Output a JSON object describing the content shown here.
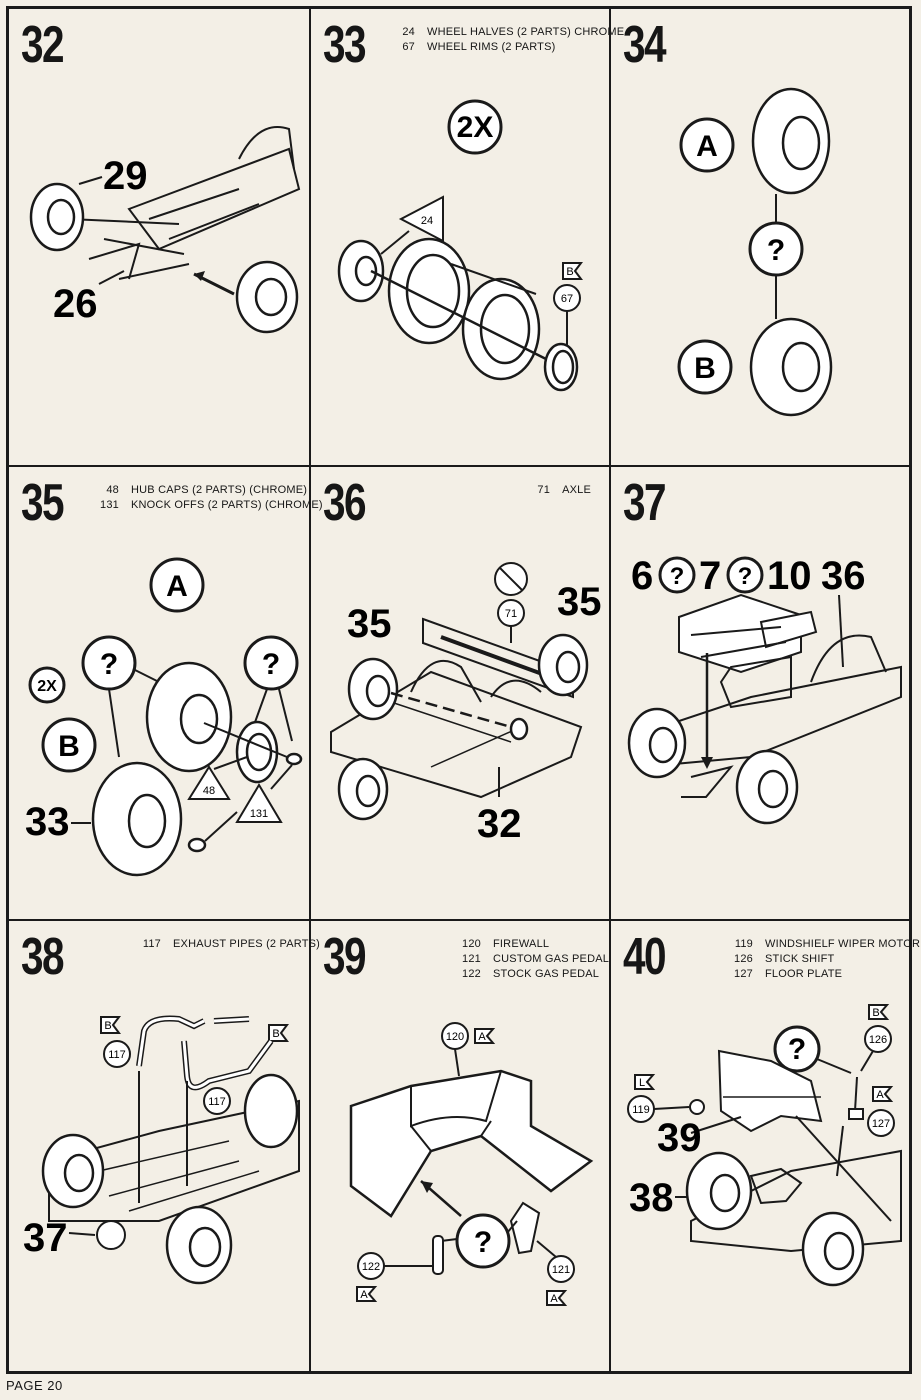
{
  "page_label": "PAGE 20",
  "steps": {
    "s32": {
      "number": "32",
      "callouts": [
        "29",
        "26"
      ]
    },
    "s33": {
      "number": "33",
      "parts": [
        {
          "num": "24",
          "desc": "WHEEL HALVES (2 PARTS) CHROME"
        },
        {
          "num": "67",
          "desc": "WHEEL RIMS (2 PARTS)"
        }
      ],
      "callouts": [
        "2X",
        "24",
        "67",
        "B"
      ]
    },
    "s34": {
      "number": "34",
      "callouts": [
        "A",
        "?",
        "B"
      ]
    },
    "s35": {
      "number": "35",
      "parts": [
        {
          "num": "48",
          "desc": "HUB CAPS (2 PARTS) (CHROME)"
        },
        {
          "num": "131",
          "desc": "KNOCK OFFS (2 PARTS) (CHROME)"
        }
      ],
      "callouts": [
        "A",
        "2X",
        "?",
        "B",
        "?",
        "33",
        "48",
        "131"
      ]
    },
    "s36": {
      "number": "36",
      "parts": [
        {
          "num": "71",
          "desc": "AXLE"
        }
      ],
      "callouts": [
        "71",
        "35",
        "35",
        "32"
      ]
    },
    "s37": {
      "number": "37",
      "callouts": [
        "6",
        "?",
        "7",
        "?",
        "10",
        "36"
      ]
    },
    "s38": {
      "number": "38",
      "parts": [
        {
          "num": "117",
          "desc": "EXHAUST PIPES (2 PARTS)"
        }
      ],
      "callouts": [
        "B",
        "117",
        "B",
        "117",
        "37"
      ]
    },
    "s39": {
      "number": "39",
      "parts": [
        {
          "num": "120",
          "desc": "FIREWALL"
        },
        {
          "num": "121",
          "desc": "CUSTOM GAS PEDAL"
        },
        {
          "num": "122",
          "desc": "STOCK GAS PEDAL"
        }
      ],
      "callouts": [
        "120",
        "A",
        "?",
        "122",
        "A",
        "121",
        "A"
      ]
    },
    "s40": {
      "number": "40",
      "parts": [
        {
          "num": "119",
          "desc": "WINDSHIELF WIPER MOTOR"
        },
        {
          "num": "126",
          "desc": "STICK SHIFT"
        },
        {
          "num": "127",
          "desc": "FLOOR PLATE"
        }
      ],
      "callouts": [
        "B",
        "126",
        "?",
        "L",
        "119",
        "A",
        "127",
        "39",
        "38"
      ]
    }
  }
}
